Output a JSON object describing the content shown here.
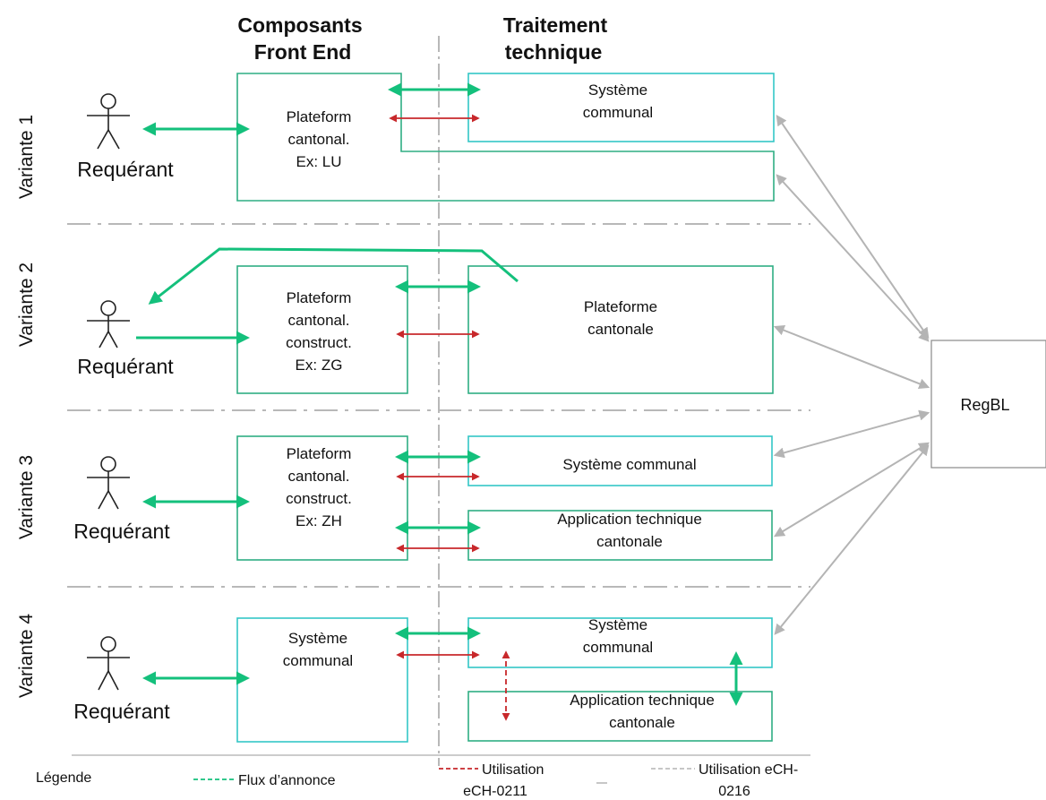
{
  "colors": {
    "flux": "#14c07c",
    "util_0211": "#c8282b",
    "util_0216": "#b4b4b4",
    "box_front": "#2fae84",
    "box_cyan": "#33c6c6",
    "box_regbl": "#888888",
    "separator": "#a0a0a0"
  },
  "headers": {
    "front_end": [
      "Composants",
      "Front End"
    ],
    "traitement": [
      "Traitement",
      "technique"
    ]
  },
  "variants": [
    {
      "label": "Variante 1",
      "actor": "Requérant",
      "front_box": [
        "Plateform",
        "cantonal.",
        "Ex: LU"
      ],
      "tech_boxes": [
        [
          "Système",
          "communal"
        ]
      ]
    },
    {
      "label": "Variante 2",
      "actor": "Requérant",
      "front_box": [
        "Plateform",
        "cantonal.",
        "construct.",
        "Ex: ZG"
      ],
      "tech_boxes": [
        [
          "Plateforme",
          "cantonale"
        ]
      ]
    },
    {
      "label": "Variante 3",
      "actor": "Requérant",
      "front_box": [
        "Plateform",
        "cantonal.",
        "construct.",
        "Ex: ZH"
      ],
      "tech_boxes": [
        [
          "Système communal"
        ],
        [
          "Application technique",
          "cantonale"
        ]
      ]
    },
    {
      "label": "Variante 4",
      "actor": "Requérant",
      "front_box": [
        "Système",
        "communal"
      ],
      "tech_boxes": [
        [
          "Système",
          "communal"
        ],
        [
          "Application technique",
          "cantonale"
        ]
      ]
    }
  ],
  "regbl": "RegBL",
  "legend": {
    "title": "Légende",
    "flux": "Flux d’annonce",
    "util_0211": [
      "Utilisation",
      "eCH-0211"
    ],
    "util_0216": [
      "Utilisation eCH-",
      "0216"
    ]
  }
}
